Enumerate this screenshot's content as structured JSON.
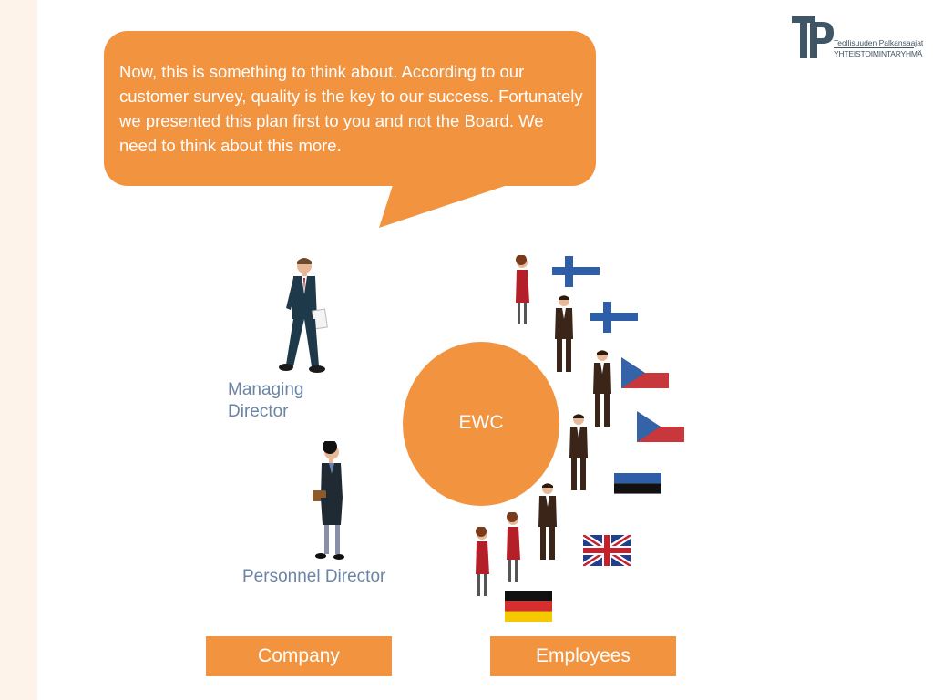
{
  "slide": {
    "speech_text": "Now, this is something to think about. According to our customer survey, quality is the key to our success. Fortunately we presented this plan first to you and not the Board. We need to think about this more.",
    "logo": {
      "line1": "Teollisuuden Palkansaajat",
      "line2": "YHTEISTOIMINTARYHMÄ"
    },
    "managing_director_label": "Managing Director",
    "personnel_director_label": "Personnel Director",
    "center_label": "EWC",
    "company_label": "Company",
    "employees_label": "Employees",
    "flags": [
      "Finland",
      "Finland",
      "Czech Republic",
      "Czech Republic",
      "Estonia",
      "United Kingdom",
      "Germany"
    ],
    "colors": {
      "accent": "#f29340",
      "label_blue": "#6b84a6",
      "logo_blue": "#3f5666",
      "left_band": "#fdf3ea"
    }
  }
}
